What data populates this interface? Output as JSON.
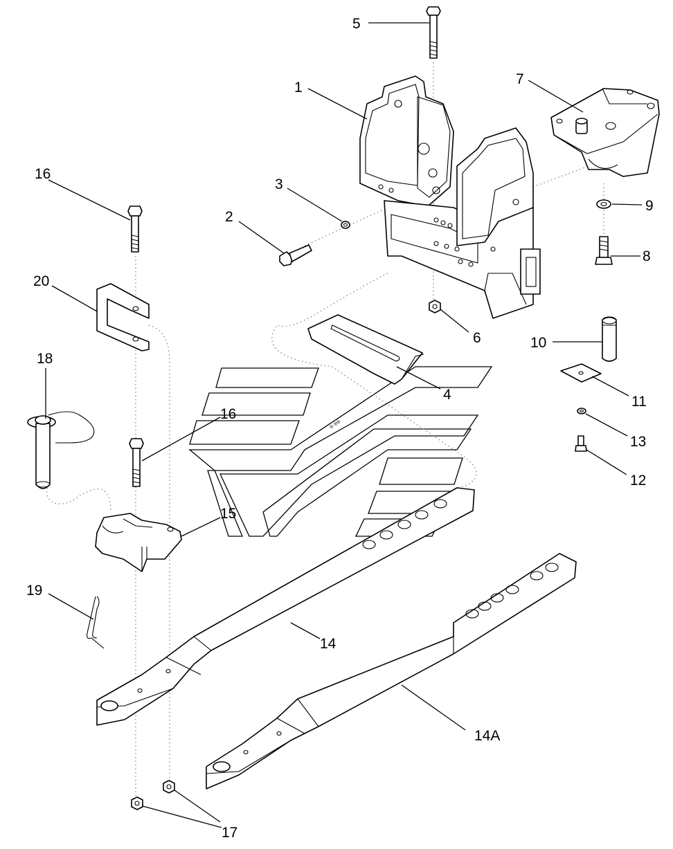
{
  "callouts": [
    {
      "id": "1",
      "text": "1"
    },
    {
      "id": "2",
      "text": "2"
    },
    {
      "id": "3",
      "text": "3"
    },
    {
      "id": "4",
      "text": "4"
    },
    {
      "id": "5",
      "text": "5"
    },
    {
      "id": "6",
      "text": "6"
    },
    {
      "id": "7",
      "text": "7"
    },
    {
      "id": "8",
      "text": "8"
    },
    {
      "id": "9",
      "text": "9"
    },
    {
      "id": "10",
      "text": "10"
    },
    {
      "id": "11",
      "text": "11"
    },
    {
      "id": "12",
      "text": "12"
    },
    {
      "id": "13",
      "text": "13"
    },
    {
      "id": "14",
      "text": "14"
    },
    {
      "id": "14A",
      "text": "14A"
    },
    {
      "id": "15",
      "text": "15"
    },
    {
      "id": "16a",
      "text": "16"
    },
    {
      "id": "16b",
      "text": "16"
    },
    {
      "id": "17",
      "text": "17"
    },
    {
      "id": "18",
      "text": "18"
    },
    {
      "id": "19",
      "text": "19"
    },
    {
      "id": "20",
      "text": "20"
    }
  ]
}
